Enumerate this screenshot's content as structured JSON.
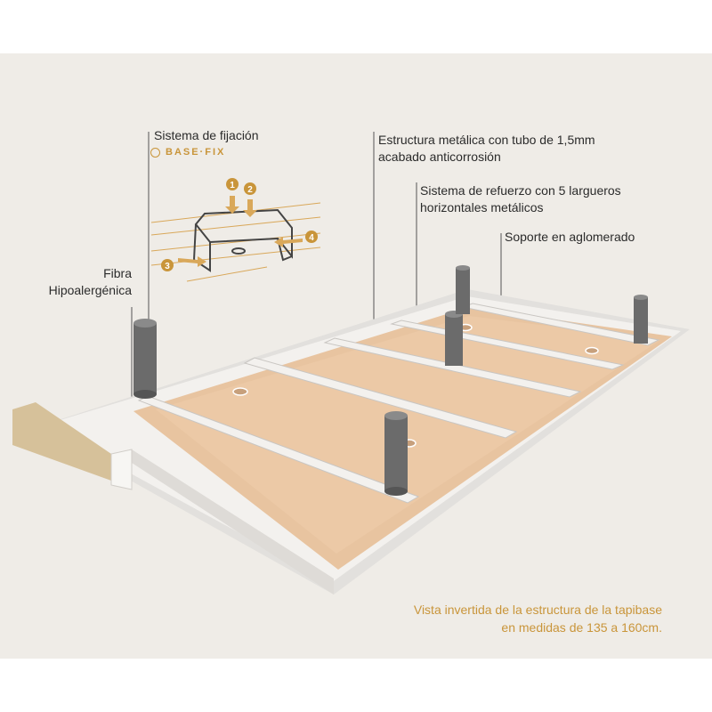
{
  "labels": {
    "fixing_system": "Sistema de fijación",
    "brand": "BASE·FIX",
    "fibre_line1": "Fibra",
    "fibre_line2": "Hipoalergénica",
    "structure_line1": "Estructura metálica con tubo de 1,5mm",
    "structure_line2": "acabado anticorrosión",
    "reinforcement_line1": "Sistema de refuerzo con 5 largueros",
    "reinforcement_line2": "horizontales metálicos",
    "support": "Soporte en aglomerado"
  },
  "steps": [
    "1",
    "2",
    "3",
    "4"
  ],
  "caption": {
    "line1": "Vista invertida de  la estructura de la tapibase",
    "line2": "en medidas de 135 a 160cm."
  },
  "colors": {
    "background": "#efece7",
    "board": "#e8c4a0",
    "frame": "#f3f1ee",
    "leg": "#6b6b6b",
    "accent": "#c9953a"
  }
}
